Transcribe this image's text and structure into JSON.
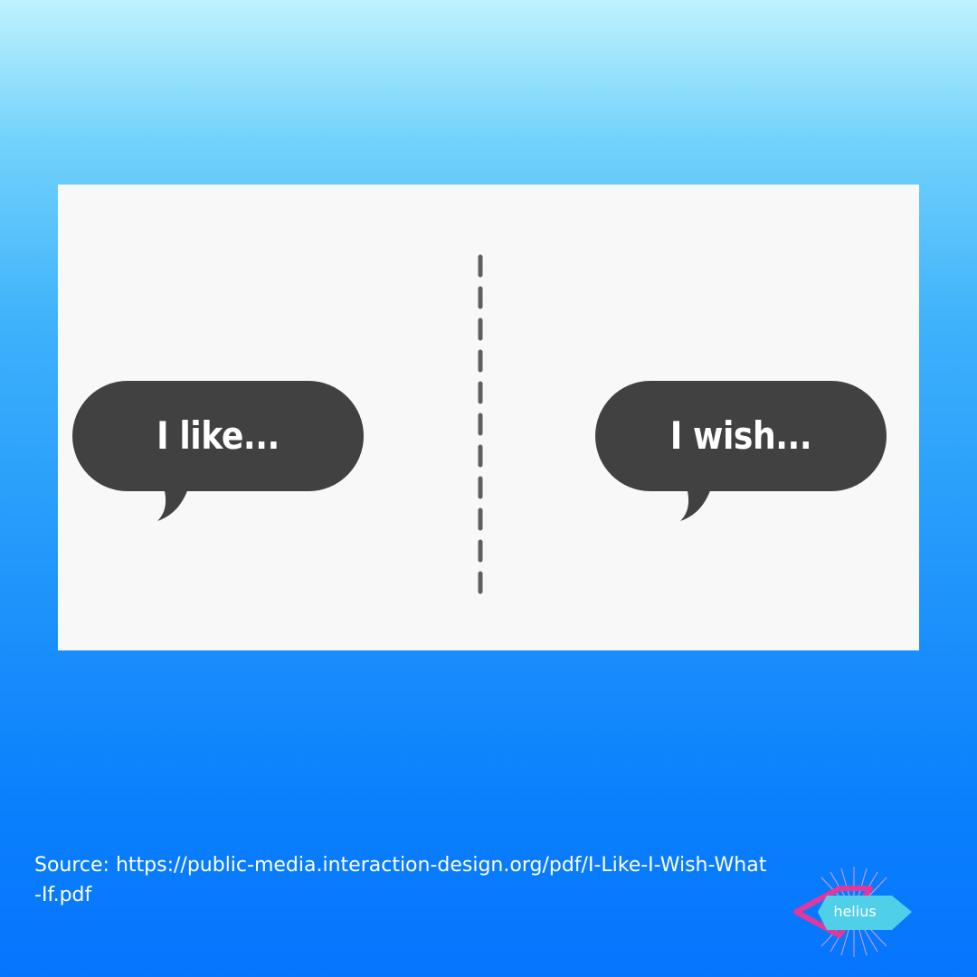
{
  "card": {
    "left_bubble": {
      "label": "I like..."
    },
    "right_bubble": {
      "label": "I wish..."
    }
  },
  "source_text": "Source: https://public-media.interaction-design.org/pdf/I-Like-I-Wish-What-If.pdf",
  "logo": {
    "text": "helius"
  },
  "colors": {
    "bubble": "#414141",
    "divider": "#5e5e5e",
    "card": "#f8f8f8",
    "logo_pink": "#e2389c",
    "logo_cyan": "#4fd0e8"
  }
}
